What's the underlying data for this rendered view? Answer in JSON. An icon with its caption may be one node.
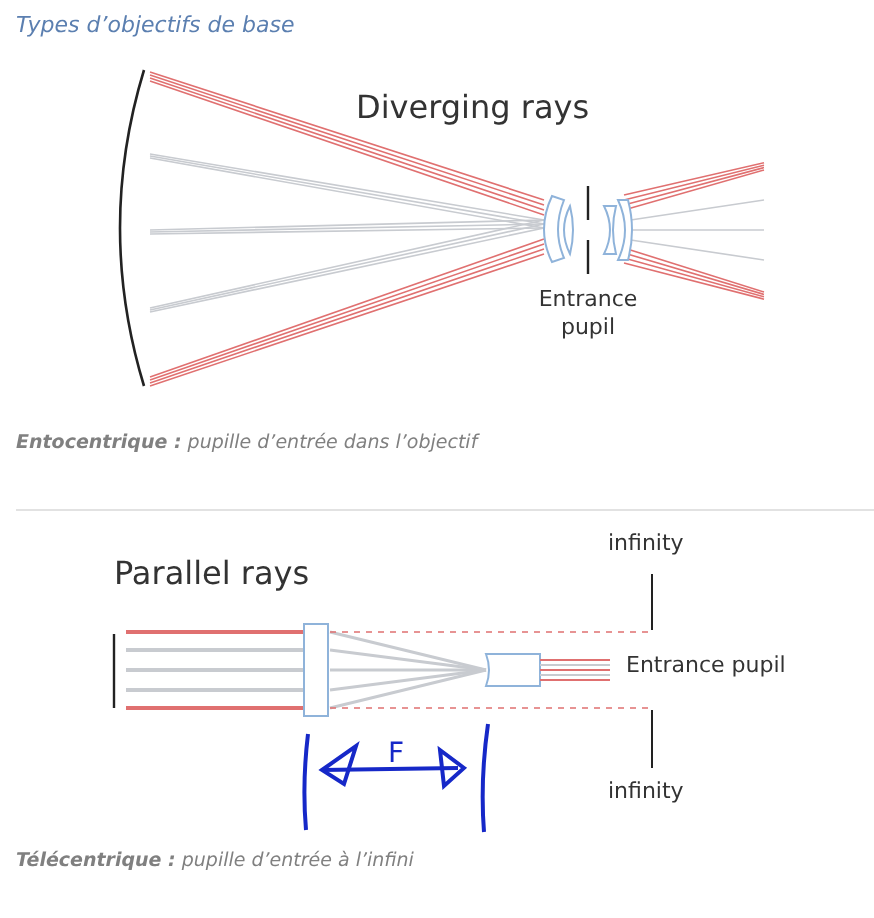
{
  "diagram": {
    "title": "Types d’objectifs de base",
    "labels": [
      "Diverging rays",
      "Entrance pupil",
      "**Entocentrique :** pupille d’entrée dans l’objectif",
      "Parallel rays",
      "infinity",
      "Entrance pupil",
      "infinity",
      "F",
      "**Télécentrique :** pupille d’entrée à l’infini"
    ]
  }
}
